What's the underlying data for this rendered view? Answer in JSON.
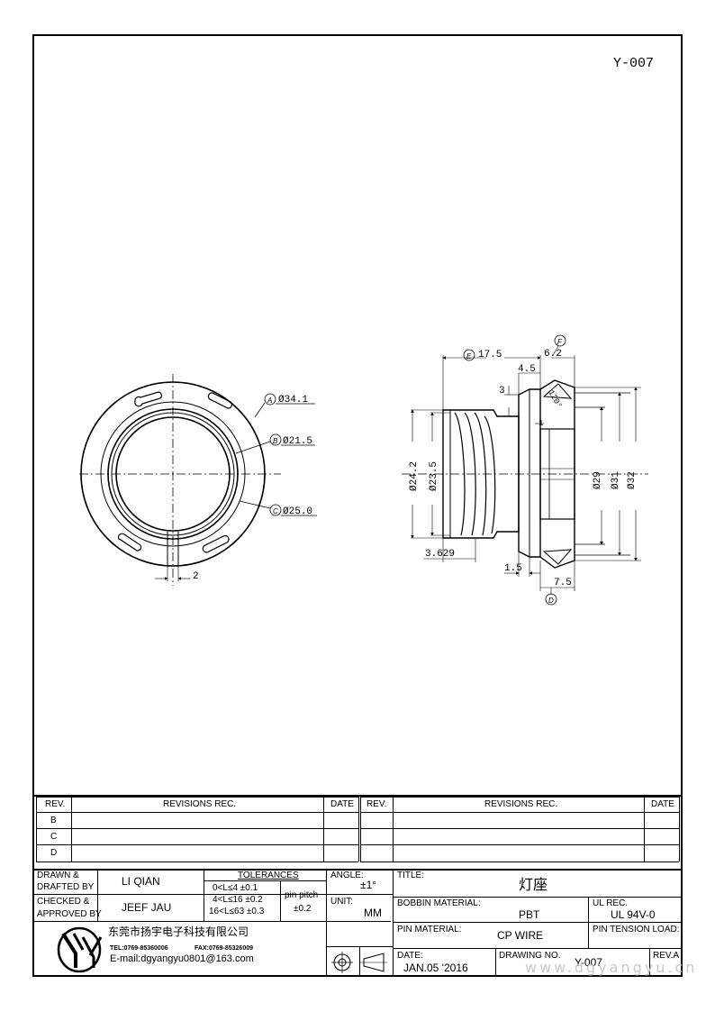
{
  "drawing_number_top": "Y-007",
  "front_view": {
    "callouts": [
      {
        "letter": "A",
        "text": "Ø34.1"
      },
      {
        "letter": "B",
        "text": "Ø21.5"
      },
      {
        "letter": "C",
        "text": "Ø25.0"
      }
    ],
    "slot_width": "2"
  },
  "side_view": {
    "callouts": [
      {
        "letter": "E",
        "text": "17.5"
      },
      {
        "letter": "F",
        "text": "6.2"
      },
      {
        "letter": "D",
        "text": "7.5"
      }
    ],
    "dims": {
      "step": "4.5",
      "small_height": "3",
      "angle": "120°",
      "inner_one": "1",
      "d_24_2": "Ø24.2",
      "d_23_5": "Ø23.5",
      "d_29": "Ø29",
      "d_31": "Ø31",
      "d_32": "Ø32",
      "thread_pitch": "3.629",
      "flange": "1.5"
    }
  },
  "revisions": {
    "headers": {
      "rev": "REV.",
      "rec": "REVISIONS   REC.",
      "date": "DATE"
    },
    "rows": [
      "B",
      "C",
      "D"
    ]
  },
  "title_block": {
    "drawn_label_1": "DRAWN  &",
    "drawn_label_2": "DRAFTED BY",
    "drawn_name": "LI QIAN",
    "checked_label_1": "CHECKED  &",
    "checked_label_2": "APPROVED BY",
    "checked_name": "JEEF JAU",
    "tolerances_label": "TOLERANCES",
    "tol_1": "0<L≤4   ±0.1",
    "tol_2": "4<L≤16  ±0.2",
    "tol_3": "16<L≤63 ±0.3",
    "pin_pitch_label": "pin pitch",
    "pin_pitch_value": "±0.2",
    "angle_label": "ANGLE:",
    "angle_value": "±1°",
    "unit_label": "UNIT:",
    "unit_value": "MM",
    "title_label": "TITLE:",
    "title_value": "灯座",
    "bobbin_label": "BOBBIN MATERIAL:",
    "bobbin_value": "PBT",
    "ul_label": "UL REC.",
    "ul_value": "UL 94V-0",
    "pin_material_label": "PIN MATERIAL:",
    "pin_material_value": "CP  WIRE",
    "pin_tension_label": "PIN TENSION LOAD:",
    "date_label": "DATE:",
    "date_value": "JAN.05  '2016",
    "drawing_no_label": "DRAWING  NO.",
    "drawing_no_value": "Y-007",
    "rev_label": "REV.A",
    "company_name": "东莞市扬宇电子科技有限公司",
    "tel": "TEL:0769-85360006",
    "fax": "FAX:0769-85326009",
    "email": "E-mail:dgyangyu0801@163.com",
    "logo_letters": "YY"
  },
  "watermark": "www.dgyangyu.cn"
}
